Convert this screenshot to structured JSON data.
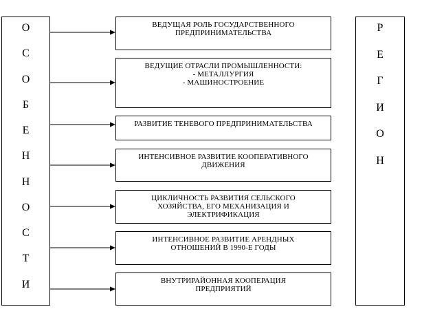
{
  "left_column": {
    "letters": [
      "О",
      "С",
      "О",
      "Б",
      "Е",
      "Н",
      "Н",
      "О",
      "С",
      "Т",
      "И"
    ]
  },
  "right_column": {
    "letters": [
      "Р",
      "Е",
      "Г",
      "И",
      "О",
      "Н"
    ]
  },
  "boxes": [
    {
      "text": "ВЕДУЩАЯ РОЛЬ ГОСУДАРСТВЕННОГО\nПРЕДПРИНИМАТЕЛЬСТВА"
    },
    {
      "text": "ВЕДУЩИЕ ОТРАСЛИ ПРОМЫШЛЕННОСТИ:\n- МЕТАЛЛУРГИЯ\n- МАШИНОСТРОЕНИЕ"
    },
    {
      "text": "РАЗВИТИЕ ТЕНЕВОГО ПРЕДПРИНИМАТЕЛЬСТВА"
    },
    {
      "text": "ИНТЕНСИВНОЕ РАЗВИТИЕ КООПЕРАТИВНОГО\nДВИЖЕНИЯ"
    },
    {
      "text": "ЦИКЛИЧНОСТЬ РАЗВИТИЯ СЕЛЬСКОГО\nХОЗЯЙСТВА, ЕГО  МЕХАНИЗАЦИЯ И\nЭЛЕКТРИФИКАЦИЯ"
    },
    {
      "text": "ИНТЕНСИВНОЕ РАЗВИТИЕ АРЕНДНЫХ\nОТНОШЕНИЙ В 1990-Е ГОДЫ"
    },
    {
      "text": "ВНУТРИРАЙОННАЯ КООПЕРАЦИЯ\nПРЕДПРИЯТИЙ"
    }
  ]
}
